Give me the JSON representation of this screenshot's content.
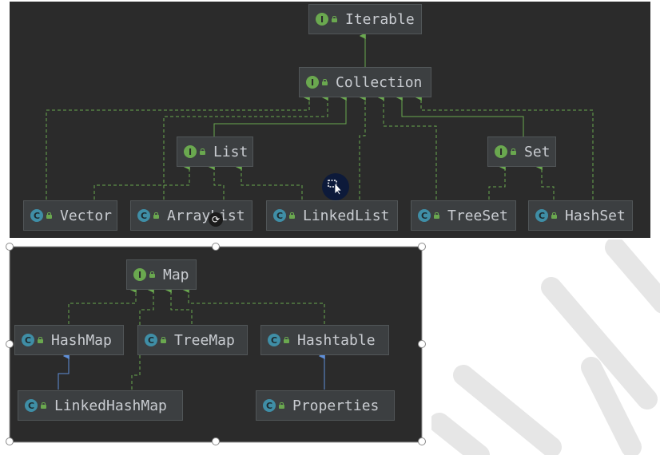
{
  "top_diagram": {
    "nodes": {
      "iterable": {
        "kind": "I",
        "label": "Iterable"
      },
      "collection": {
        "kind": "I",
        "label": "Collection"
      },
      "list": {
        "kind": "I",
        "label": "List"
      },
      "set": {
        "kind": "I",
        "label": "Set"
      },
      "vector": {
        "kind": "C",
        "label": "Vector"
      },
      "arraylist": {
        "kind": "C",
        "label": "ArrayList"
      },
      "linkedlist": {
        "kind": "C",
        "label": "LinkedList"
      },
      "treeset": {
        "kind": "C",
        "label": "TreeSet"
      },
      "hashset": {
        "kind": "C",
        "label": "HashSet"
      }
    }
  },
  "bottom_diagram": {
    "nodes": {
      "map": {
        "kind": "I",
        "label": "Map"
      },
      "hashmap": {
        "kind": "C",
        "label": "HashMap"
      },
      "treemap": {
        "kind": "C",
        "label": "TreeMap"
      },
      "hashtable": {
        "kind": "C",
        "label": "Hashtable"
      },
      "linkedhashmap": {
        "kind": "C",
        "label": "LinkedHashMap"
      },
      "properties": {
        "kind": "C",
        "label": "Properties"
      }
    }
  },
  "icons": {
    "interface": "interface-badge-icon",
    "class": "class-badge-icon",
    "visibility": "lock-icon",
    "rotate": "rotate-icon",
    "cursor": "drag-cursor-icon"
  },
  "colors": {
    "background": "#2b2b2b",
    "node_fill": "#3c3f41",
    "implements_edge": "#6aa84f",
    "extends_edge": "#5f8fd8",
    "interface_badge": "#6aa84f",
    "class_badge": "#3f8ea6"
  }
}
